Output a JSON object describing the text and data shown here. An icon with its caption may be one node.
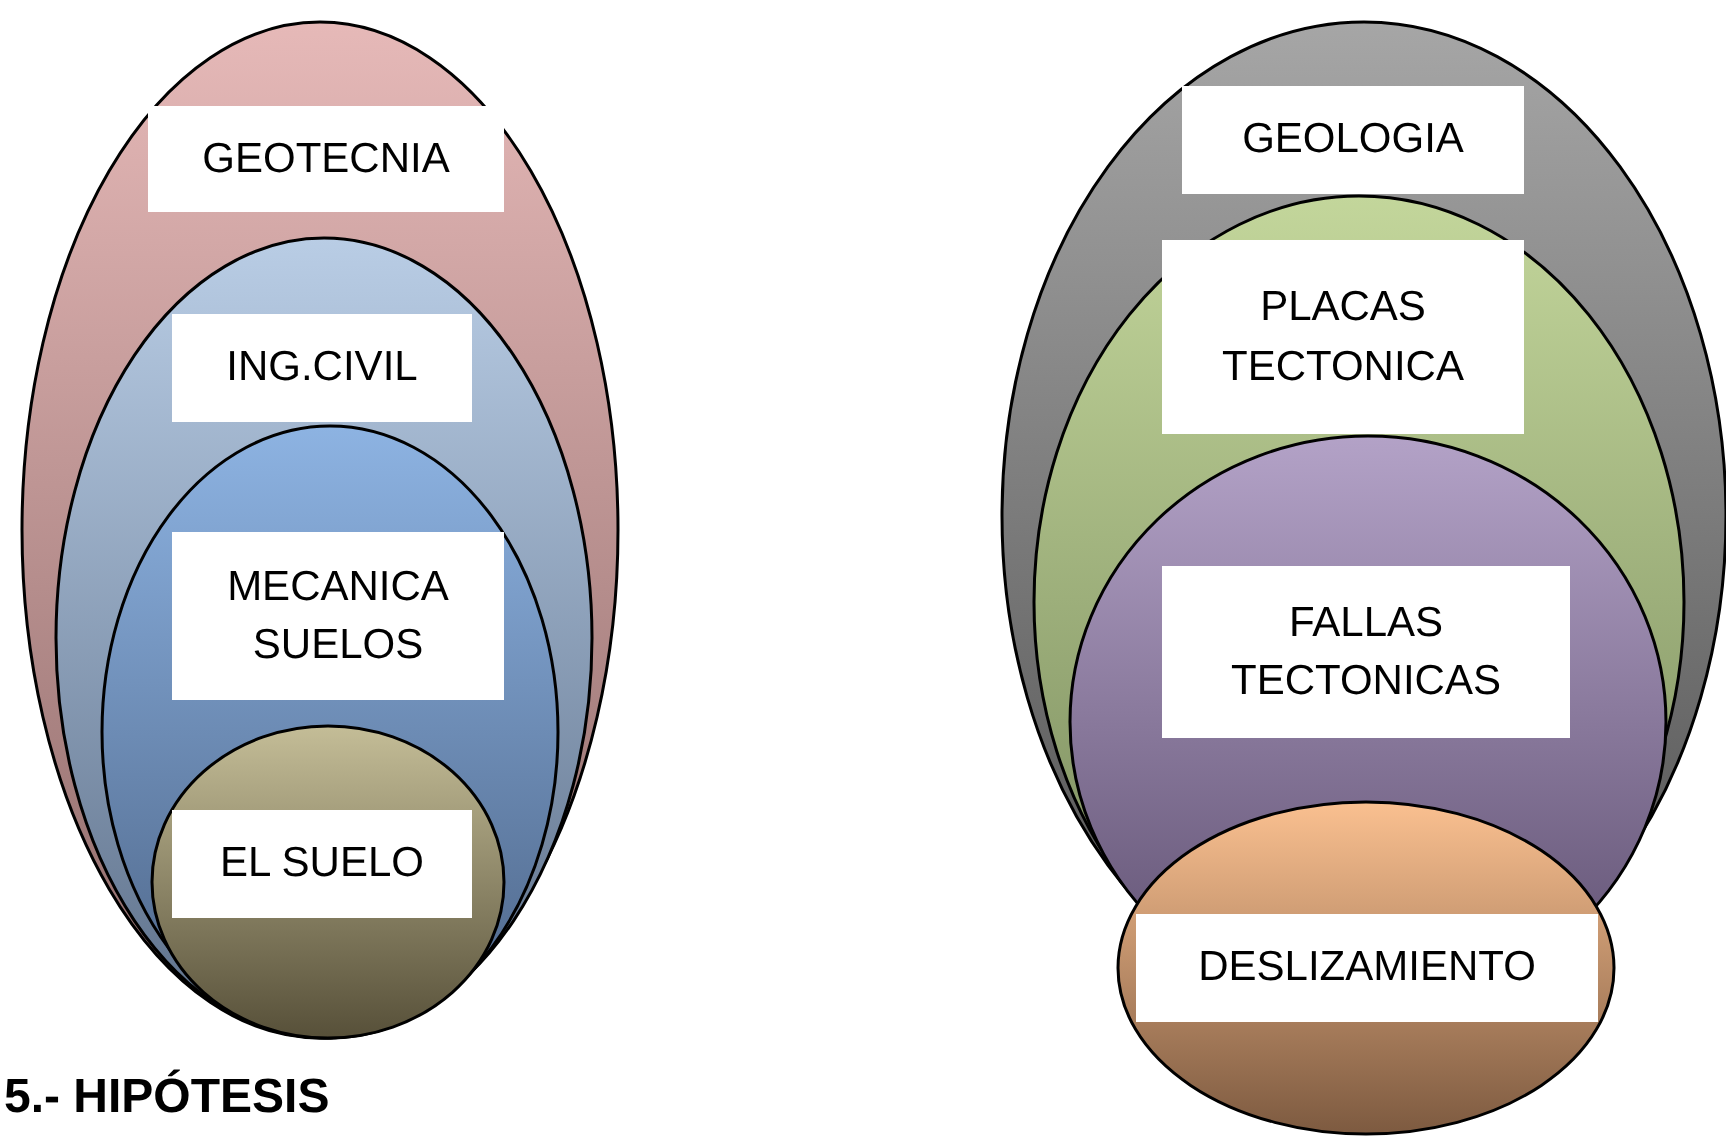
{
  "diagram": {
    "nodes": [
      {
        "text": [
          "GEOTECNIA"
        ]
      },
      {
        "text": [
          "ING.CIVIL"
        ],
        "in": 0
      },
      {
        "text": [
          "MECANICA SUELOS"
        ],
        "in": 1
      },
      {
        "text": [
          "EL SUELO"
        ],
        "in": 2
      },
      {
        "text": [
          "GEOLOGIA"
        ]
      },
      {
        "text": [
          "PLACAS TECTONICA"
        ],
        "in": 4
      },
      {
        "text": [
          "FALLAS TECTONICAS"
        ],
        "in": 5
      },
      {
        "text": [
          "DESLIZAMIENTO"
        ]
      }
    ],
    "labels": [
      "5.- HIPÓTESIS"
    ]
  }
}
